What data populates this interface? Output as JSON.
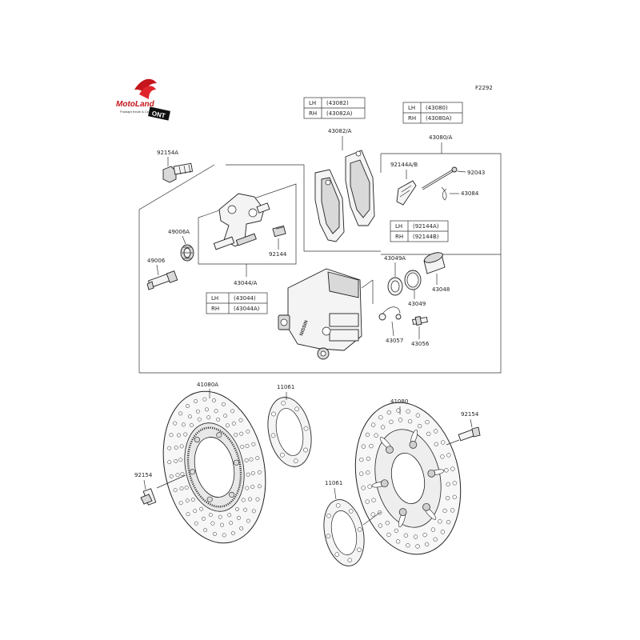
{
  "diagram_id": "F2292",
  "logo": {
    "brand": "MotoLand",
    "tagline": "Pusbapt Keule & Co",
    "suffix": "ONT"
  },
  "callouts": {
    "p92154A": "92154A",
    "p49006A": "49006A",
    "p49006": "49006",
    "p43044A": "43044/A",
    "p92144": "92144",
    "p43082A": "43082/A",
    "p43080A": "43080/A",
    "p92144AB": "92144A/B",
    "p92043": "92043",
    "p43084": "43084",
    "p43049A": "43049A",
    "p43048": "43048",
    "p43049": "43049",
    "p43057": "43057",
    "p43056": "43056",
    "p41080A": "41080A",
    "p11061a": "11061",
    "p41080": "41080",
    "p92154b": "92154",
    "p92154c": "92154",
    "p11061b": "11061"
  },
  "tables": {
    "t43082": [
      [
        "LH",
        "(43082)"
      ],
      [
        "RH",
        "(43082A)"
      ]
    ],
    "t43080": [
      [
        "LH",
        "(43080)"
      ],
      [
        "RH",
        "(43080A)"
      ]
    ],
    "t92144": [
      [
        "LH",
        "(92144A)"
      ],
      [
        "RH",
        "(92144B)"
      ]
    ],
    "t43044": [
      [
        "LH",
        "(43044)"
      ],
      [
        "RH",
        "(43044A)"
      ]
    ]
  }
}
